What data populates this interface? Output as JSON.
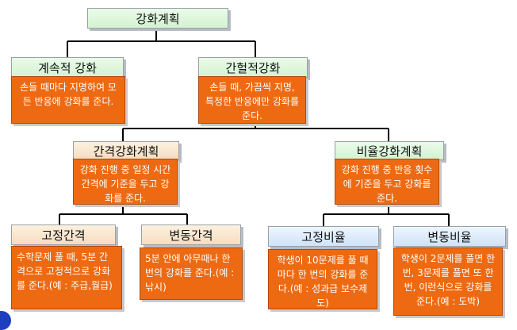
{
  "diagram": {
    "root": {
      "title": "강화계획"
    },
    "continuous": {
      "title": "계속적 강화",
      "description": "손들 때마다 지명하여 모든 반응에 강화를 준다."
    },
    "intermittent": {
      "title": "간헐적강화",
      "description": "손들 때, 가끔씩 지명, 특정한 반응에만 강화를 준다."
    },
    "interval": {
      "title": "간격강화계획",
      "description": "강화 진행 중 일정 시간간격에 기준을 두고 강화를 준다."
    },
    "ratio": {
      "title": "비율강화계획",
      "description": "강화 진행 중 반응 횟수에 기준을 두고 강화를 준다."
    },
    "fixed_interval": {
      "title": "고정간격",
      "description": "수학문제 풀 때, 5분 간격으로 고정적으로 강화를 준다.(예 : 주급,월급)"
    },
    "variable_interval": {
      "title": "변동간격",
      "description": "5분 안에 아무때나 한 번의 강화를 준다.(예 : 낚시)"
    },
    "fixed_ratio": {
      "title": "고정비율",
      "description": "학생이 10문제를 풀 때 마다 한 번의 강화를 준다.(예 : 성과급 보수제도)"
    },
    "variable_ratio": {
      "title": "변동비율",
      "description": "학생이 2문제를 풀면 한 번, 3문제를 풀면 또 한 번, 이런식으로 강화를 준다.(예 : 도박)"
    }
  },
  "colors": {
    "orange_box": "#ee6a12",
    "green_title": "#d4f2d0",
    "peach_title": "#f6dcc0",
    "blue_title": "#cfe3f7",
    "connector": "#000000"
  }
}
